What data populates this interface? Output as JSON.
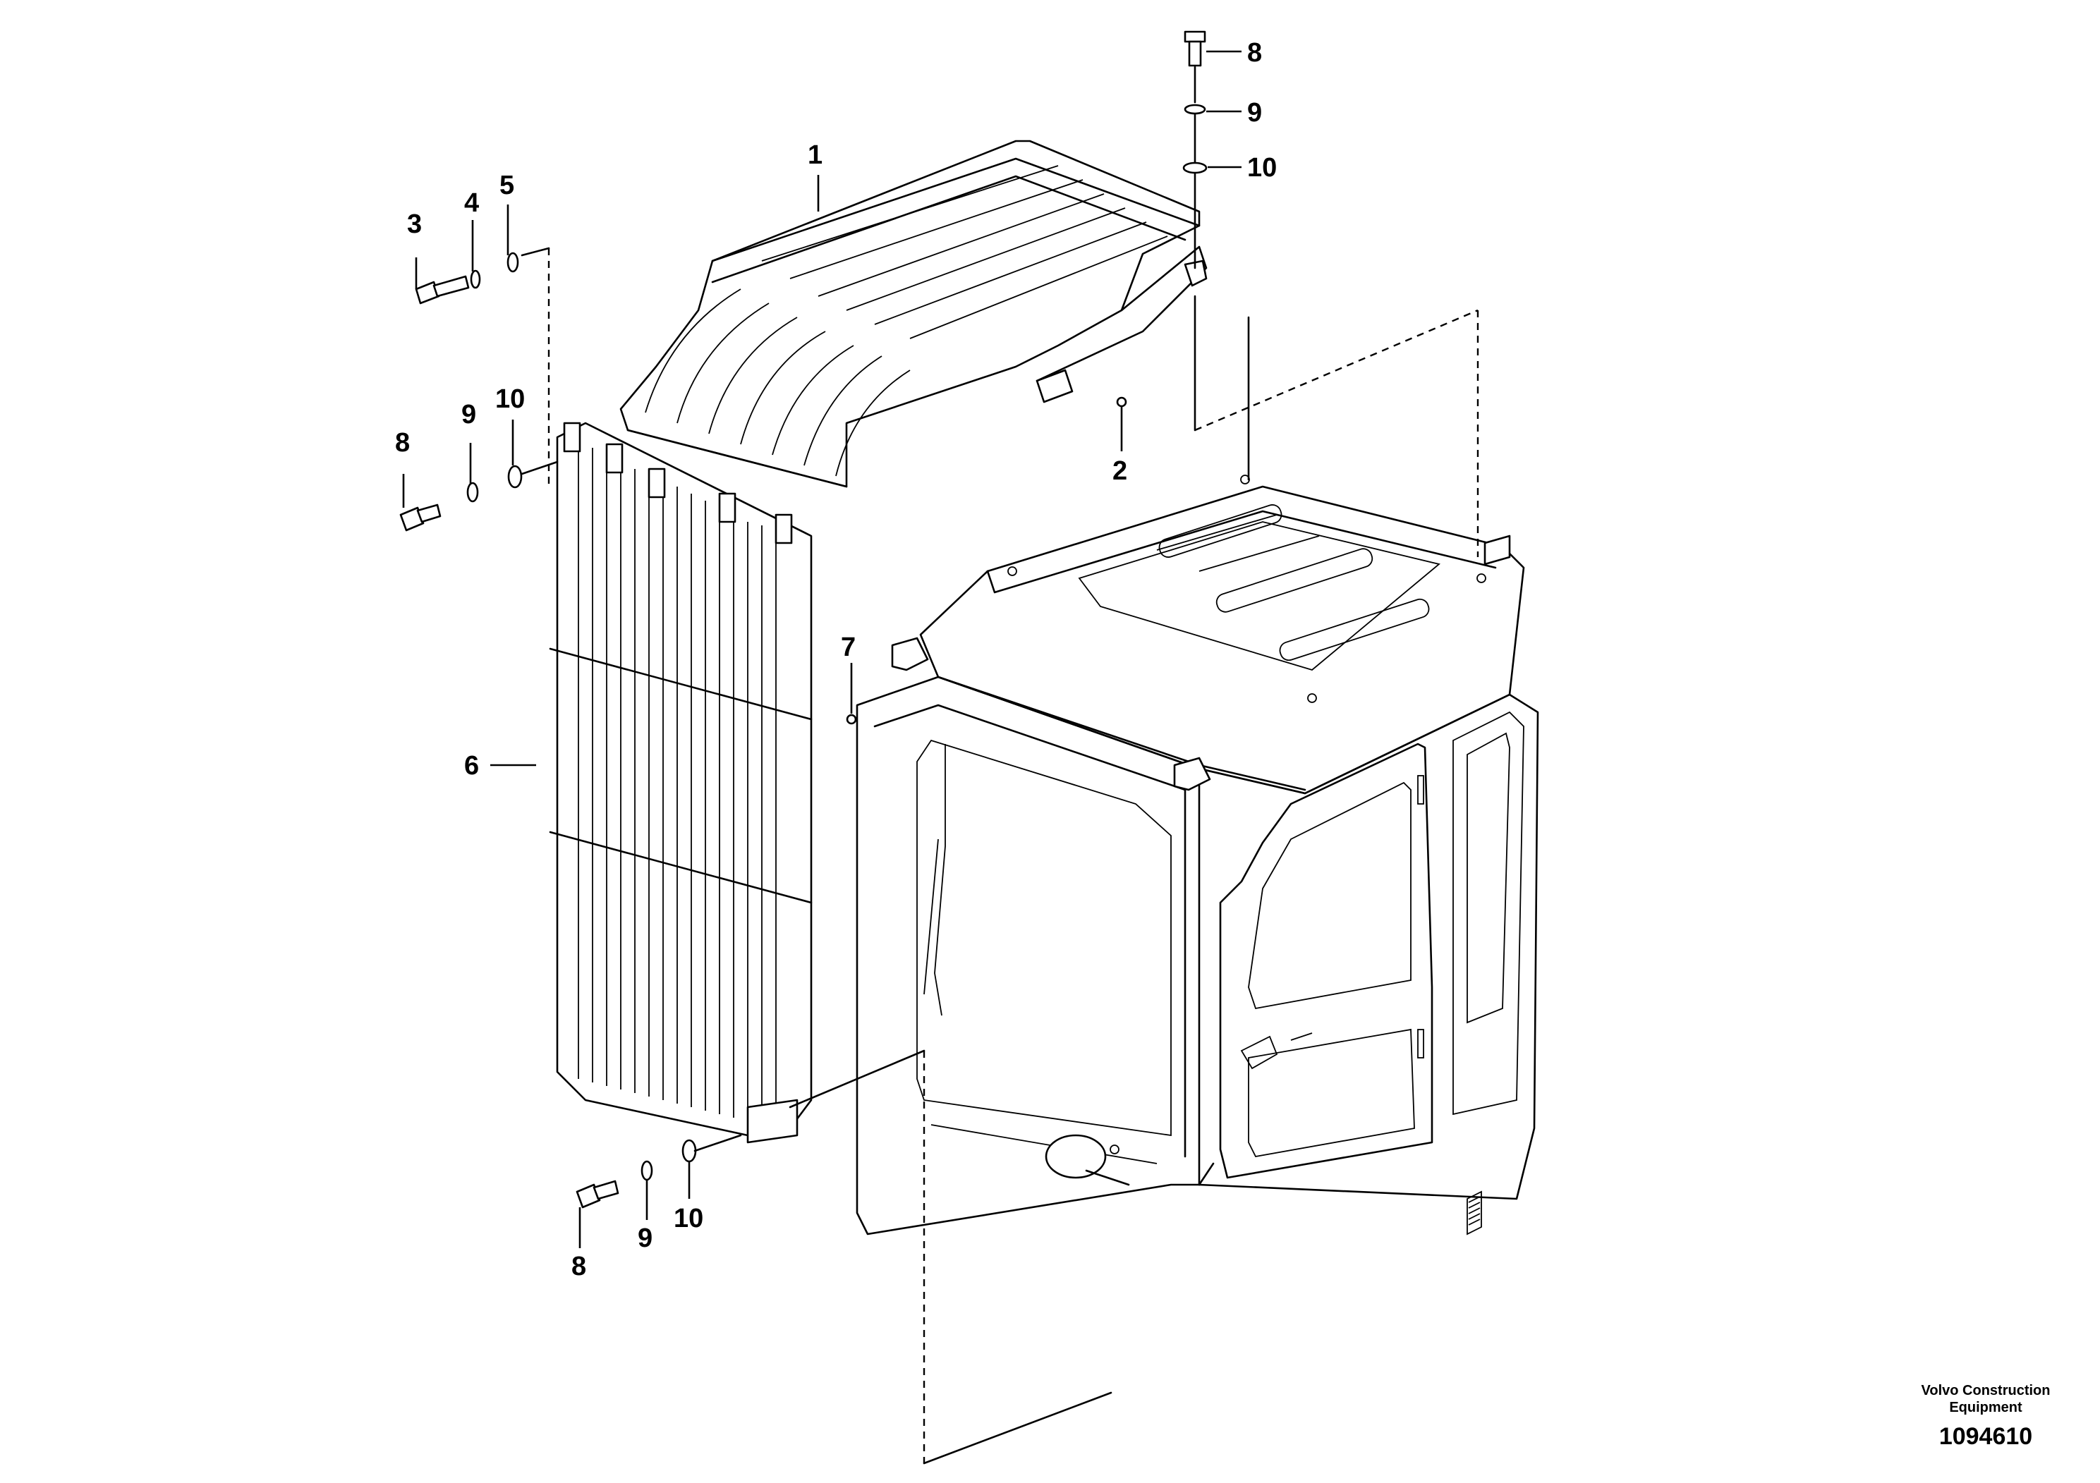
{
  "callouts": [
    {
      "id": "1",
      "label": "1"
    },
    {
      "id": "2",
      "label": "2"
    },
    {
      "id": "3",
      "label": "3"
    },
    {
      "id": "4",
      "label": "4"
    },
    {
      "id": "5",
      "label": "5"
    },
    {
      "id": "6",
      "label": "6"
    },
    {
      "id": "7",
      "label": "7"
    },
    {
      "id": "8-top",
      "label": "8"
    },
    {
      "id": "9-top",
      "label": "9"
    },
    {
      "id": "10-top",
      "label": "10"
    },
    {
      "id": "8-left",
      "label": "8"
    },
    {
      "id": "9-left",
      "label": "9"
    },
    {
      "id": "10-left",
      "label": "10"
    },
    {
      "id": "8-bottom",
      "label": "8"
    },
    {
      "id": "9-bottom",
      "label": "9"
    },
    {
      "id": "10-bottom",
      "label": "10"
    }
  ],
  "credit": {
    "line1": "Volvo Construction",
    "line2": "Equipment",
    "doc_number": "1094610"
  }
}
